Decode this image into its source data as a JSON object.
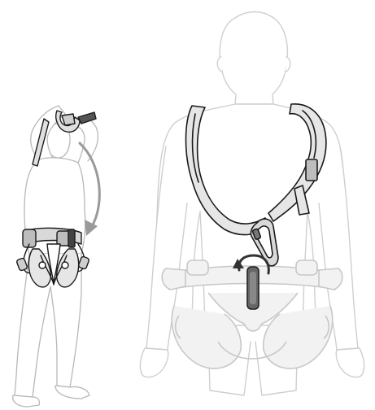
{
  "figure": {
    "panels": [
      {
        "step": "put-on-harness",
        "arrow_direction": "down"
      },
      {
        "step": "attach-chest-harness",
        "arrow_direction": "up"
      }
    ],
    "colors": {
      "ink": "#1a1a1a",
      "ghost": "#c8c8c8",
      "harness_fill": "#d9d9d9",
      "strap_fill": "#e6e6e6",
      "arrow_gray": "#9a9a9a",
      "arrow_dark": "#333333"
    }
  }
}
